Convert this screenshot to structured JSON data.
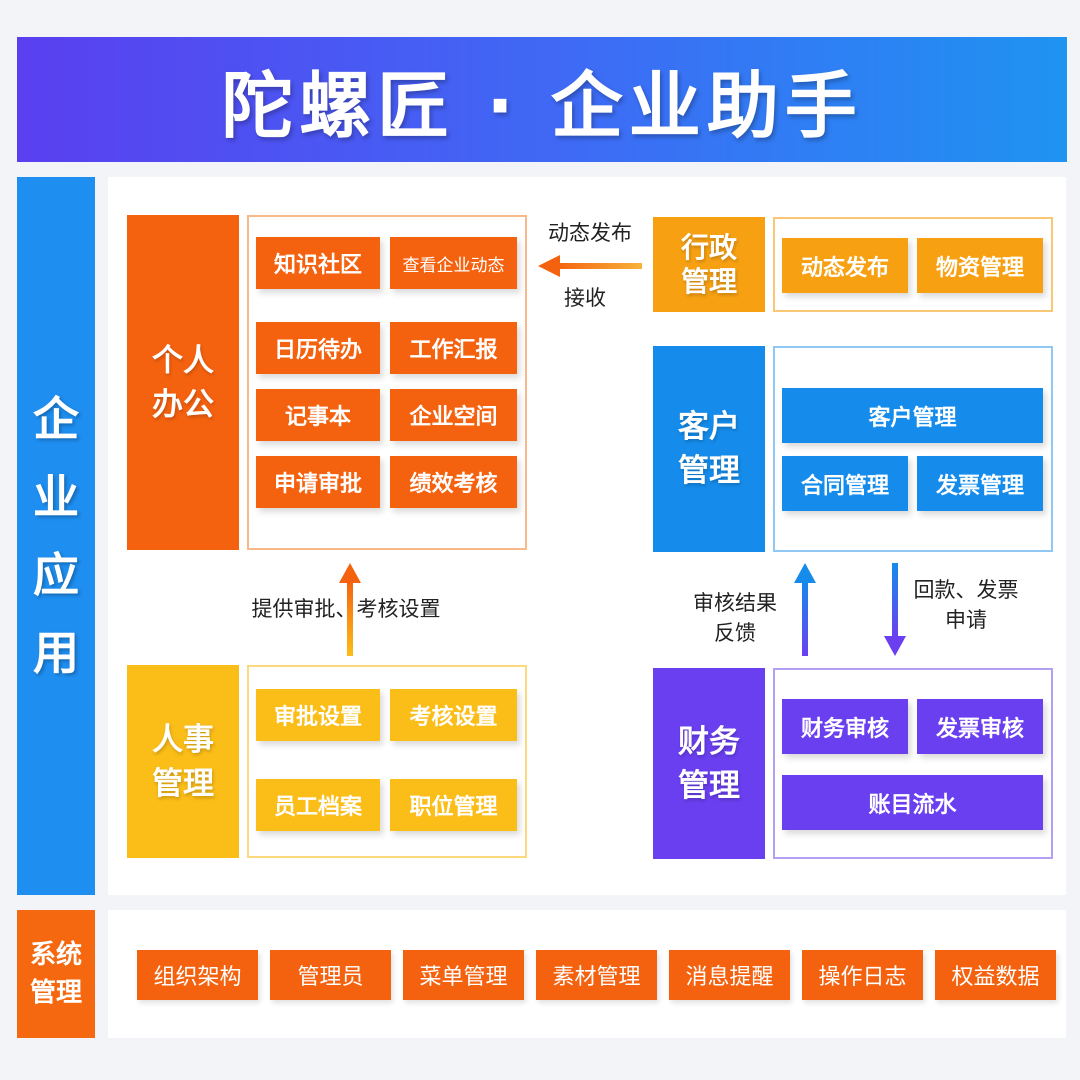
{
  "header": {
    "title": "陀螺匠 · 企业助手"
  },
  "side": {
    "enterprise_apps": "企业应用",
    "system_mgmt": "系统管理"
  },
  "personal_office": {
    "title": "个人办公",
    "items": [
      "知识社区",
      "查看企业动态",
      "日历待办",
      "工作汇报",
      "记事本",
      "企业空间",
      "申请审批",
      "绩效考核"
    ]
  },
  "hr": {
    "title": "人事管理",
    "items": [
      "审批设置",
      "考核设置",
      "员工档案",
      "职位管理"
    ]
  },
  "admin": {
    "title": "行政管理",
    "items": [
      "动态发布",
      "物资管理"
    ]
  },
  "customer": {
    "title": "客户管理",
    "items": [
      "客户管理",
      "合同管理",
      "发票管理"
    ]
  },
  "finance": {
    "title": "财务管理",
    "items": [
      "财务审核",
      "发票审核",
      "账目流水"
    ]
  },
  "flows": {
    "admin_to_personal_top": "动态发布",
    "admin_to_personal_bottom": "接收",
    "hr_to_personal": "提供审批、考核设置",
    "finance_to_customer": "审核结果反馈",
    "customer_to_finance": "回款、发票申请"
  },
  "system": {
    "items": [
      "组织架构",
      "管理员",
      "菜单管理",
      "素材管理",
      "消息提醒",
      "操作日志",
      "权益数据"
    ]
  },
  "colors": {
    "orange": "#f5620f",
    "yellow": "#fbbd17",
    "amber": "#f7a012",
    "blue": "#158ceb",
    "purple": "#6a3ff0",
    "header_start": "#5a3ff0",
    "header_end": "#1f93f2"
  }
}
